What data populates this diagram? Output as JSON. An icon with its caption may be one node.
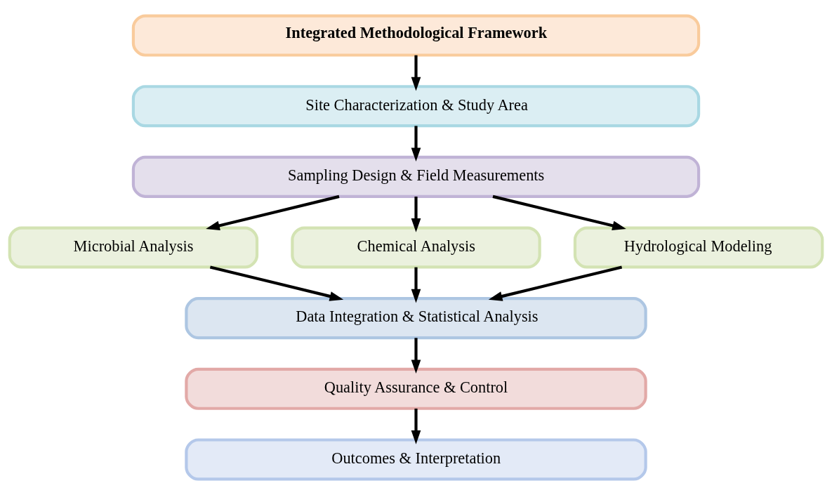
{
  "diagram": {
    "nodes": [
      {
        "text": [
          "Integrated Methodological Framework"
        ]
      },
      {
        "text": [
          "Site Characterization & Study Area"
        ]
      },
      {
        "text": [
          "Sampling Design & Field Measurements"
        ]
      },
      {
        "text": [
          "Microbial Analysis"
        ]
      },
      {
        "text": [
          "Chemical Analysis"
        ]
      },
      {
        "text": [
          "Hydrological Modeling"
        ]
      },
      {
        "text": [
          "Data Integration & Statistical Analysis"
        ]
      },
      {
        "text": [
          "Quality Assurance & Control"
        ]
      },
      {
        "text": [
          "Outcomes & Interpretation"
        ]
      }
    ],
    "edges": [
      {
        "from": 0,
        "to": 1,
        "arrow": "to"
      },
      {
        "from": 1,
        "to": 2,
        "arrow": "to"
      },
      {
        "from": 2,
        "to": 3,
        "arrow": "to"
      },
      {
        "from": 2,
        "to": 4,
        "arrow": "to"
      },
      {
        "from": 2,
        "to": 5,
        "arrow": "to"
      },
      {
        "from": 3,
        "to": 6,
        "arrow": "to"
      },
      {
        "from": 4,
        "to": 6,
        "arrow": "to"
      },
      {
        "from": 5,
        "to": 6,
        "arrow": "to"
      },
      {
        "from": 6,
        "to": 7,
        "arrow": "to"
      },
      {
        "from": 7,
        "to": 8,
        "arrow": "to"
      }
    ]
  }
}
